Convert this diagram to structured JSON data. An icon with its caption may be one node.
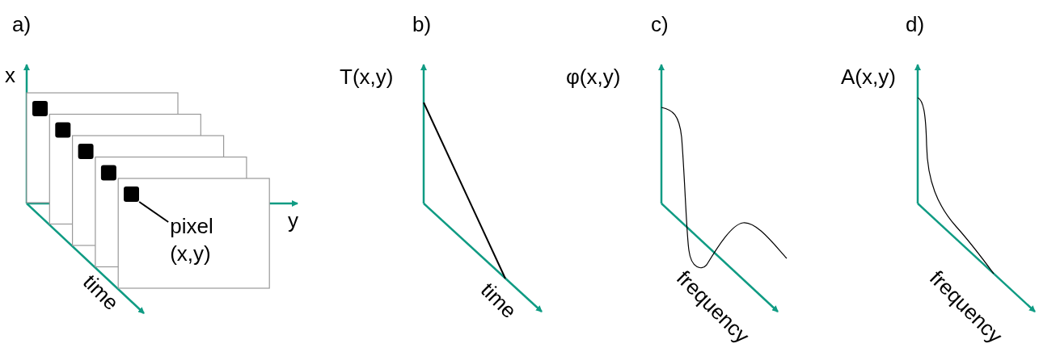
{
  "diagram": {
    "nodes": [
      {
        "text": [],
        "shape": "box"
      },
      {
        "text": [
          "pixel (x,y)"
        ]
      }
    ],
    "edges": [
      {
        "from": 1,
        "to": 0,
        "arrow": "none"
      }
    ],
    "labels": [
      "a)",
      "b)",
      "c)",
      "d)",
      "x",
      "T(x,y)",
      "φ(x,y)",
      "A(x,y)",
      "y",
      "time",
      "time",
      "frequency",
      "frequency"
    ]
  }
}
